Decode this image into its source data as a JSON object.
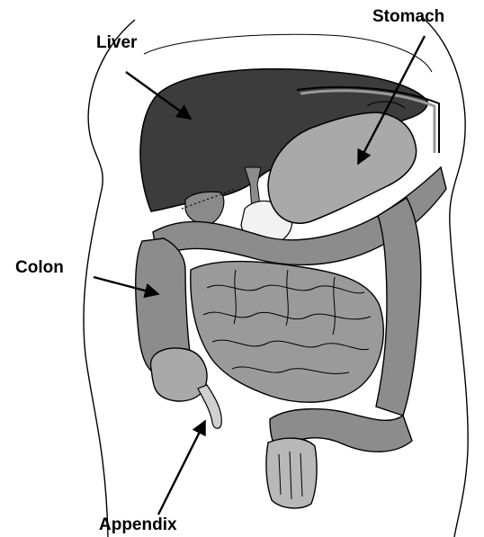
{
  "labels": {
    "liver": "Liver",
    "stomach": "Stomach",
    "colon": "Colon",
    "appendix": "Appendix"
  },
  "colors": {
    "liver": "#3c3c3c",
    "stomach": "#a9a9a9",
    "colon": "#8c8c8c",
    "small_intestine": "#9a9a9a",
    "pancreas": "#f2f2f2",
    "outline": "#000000",
    "background": "#ffffff"
  }
}
